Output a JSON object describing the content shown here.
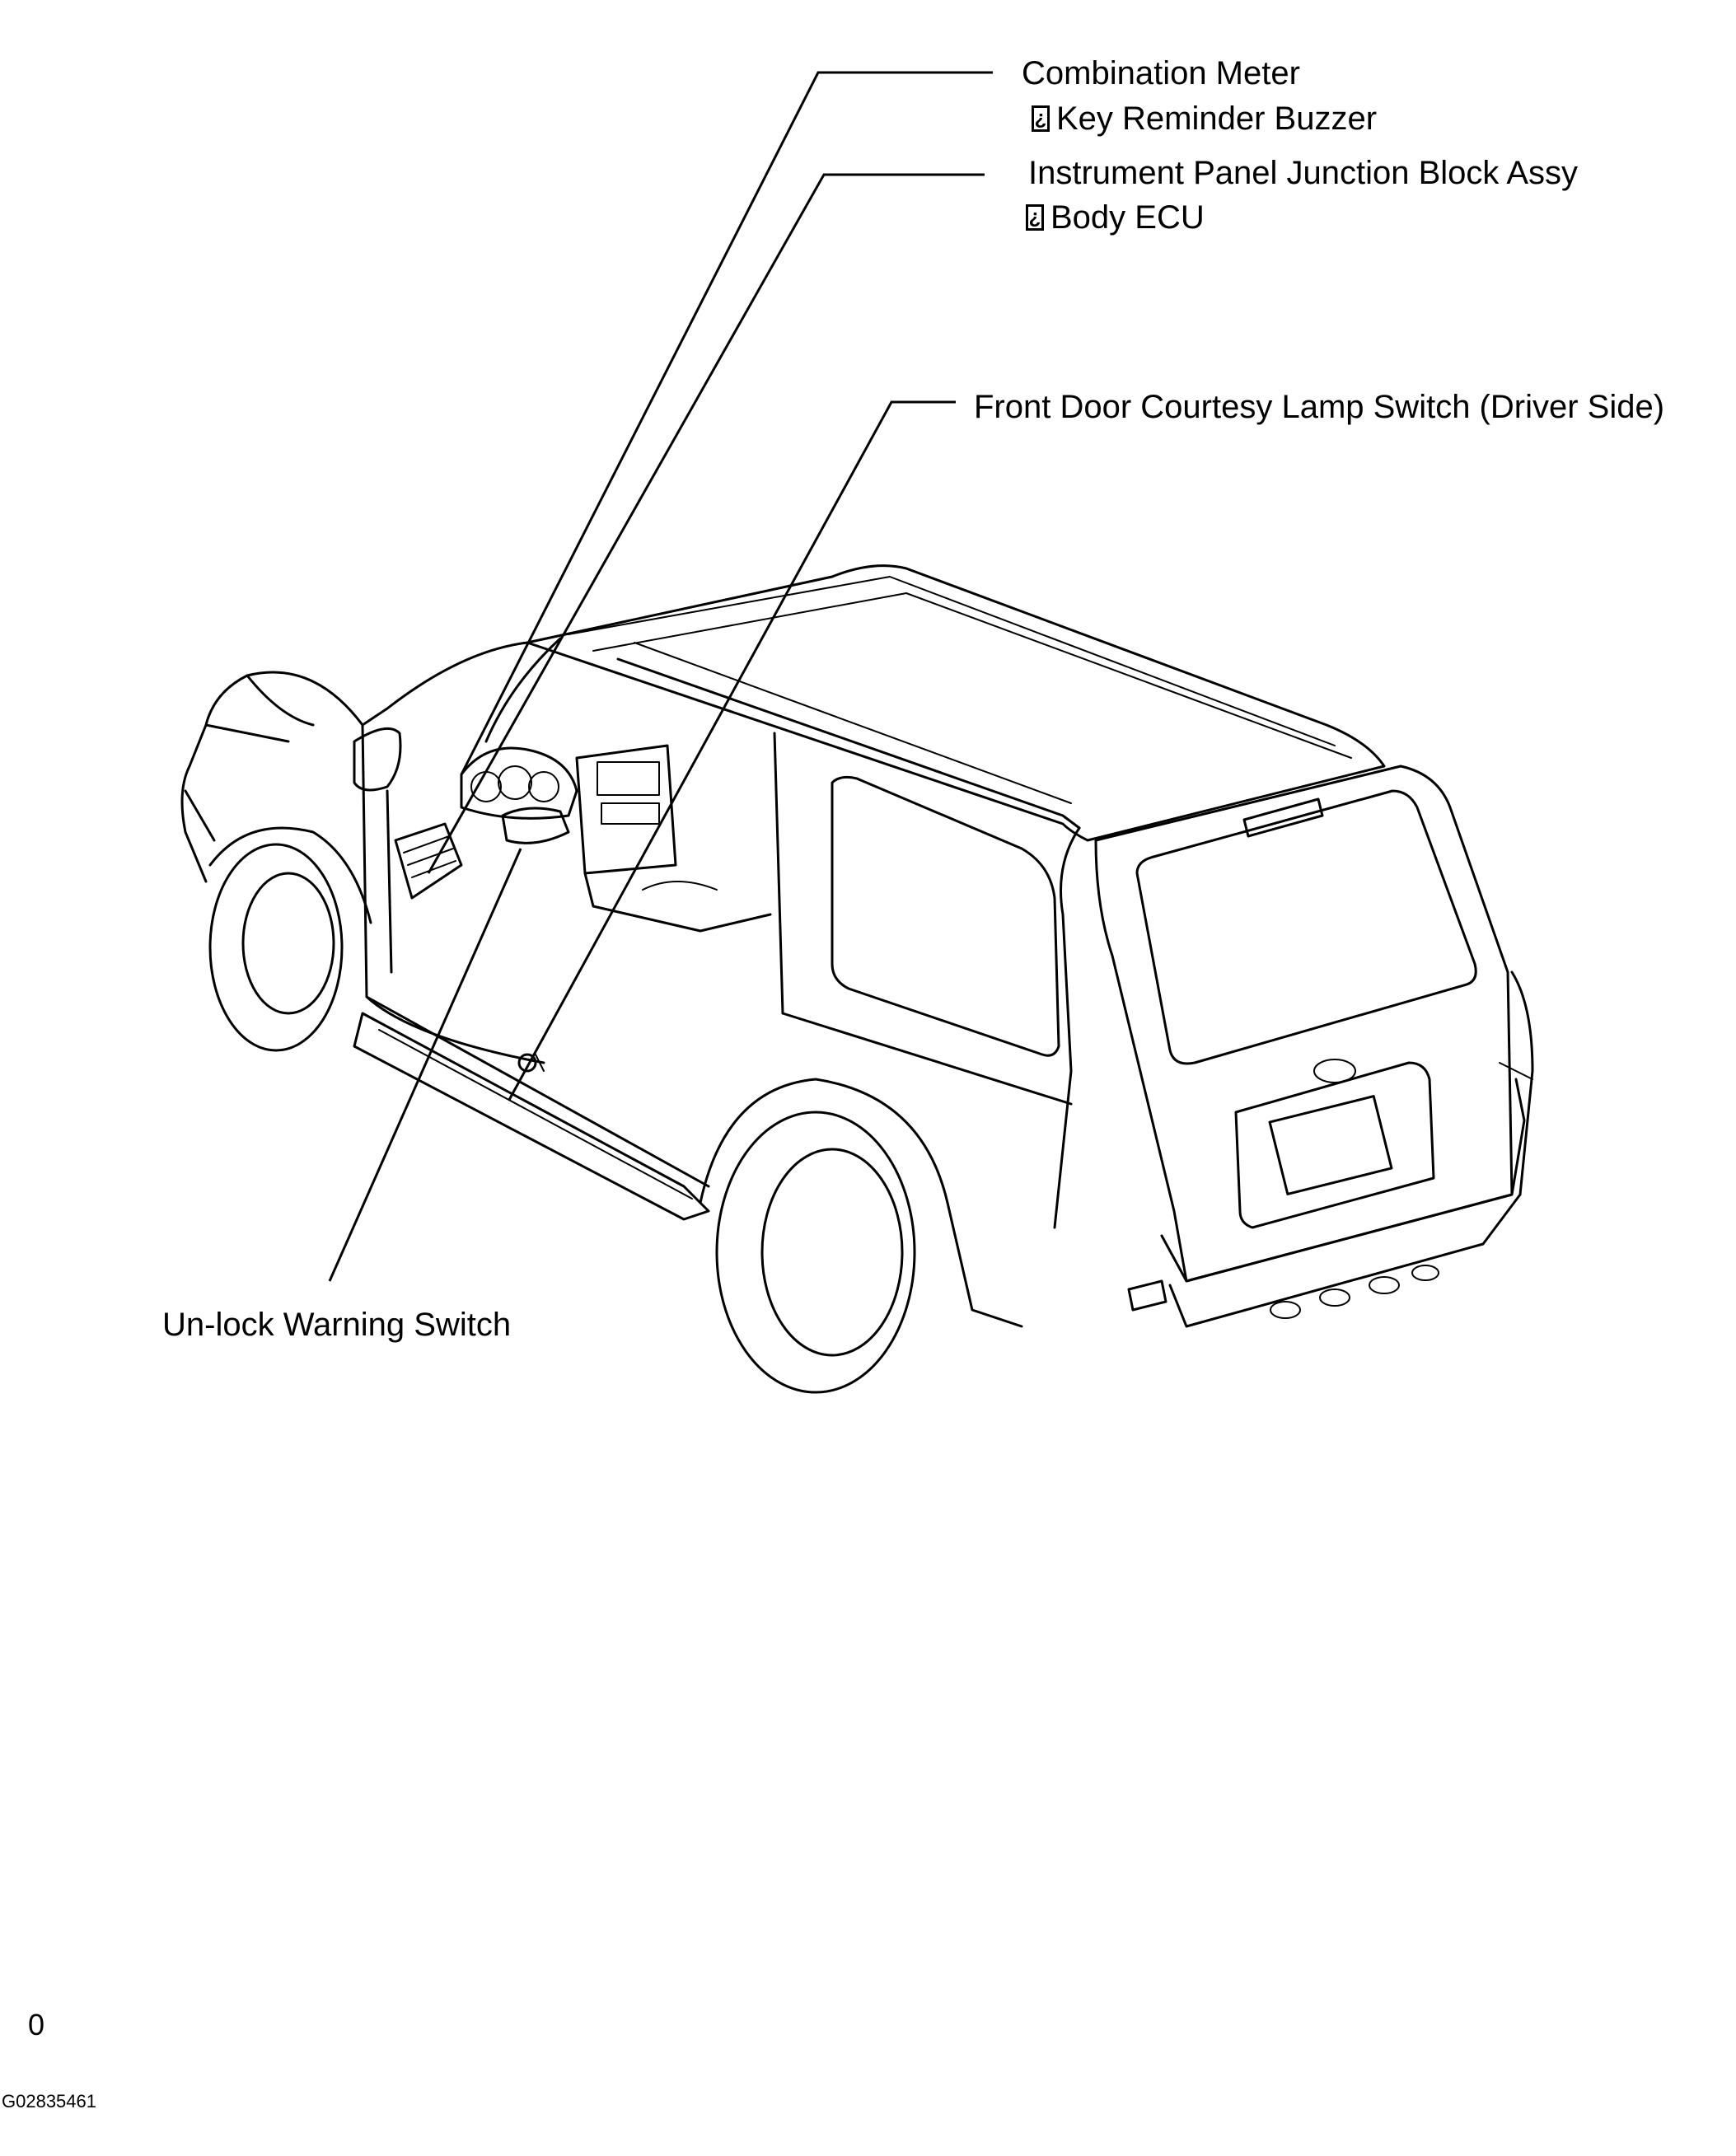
{
  "callouts": {
    "combination_meter": "Combination Meter",
    "key_reminder_buzzer": "Key Reminder Buzzer",
    "instrument_panel_jb": "Instrument Panel Junction Block Assy",
    "body_ecu": "Body ECU",
    "front_door_courtesy": "Front Door Courtesy Lamp Switch (Driver Side)",
    "unlock_warning_switch": "Un-lock  Warning Switch"
  },
  "footer": {
    "mark": "0",
    "figure_code": "G02835461"
  },
  "icons": {
    "sub_item_marker": "sub-item-icon",
    "vehicle": "suv-line-drawing"
  }
}
